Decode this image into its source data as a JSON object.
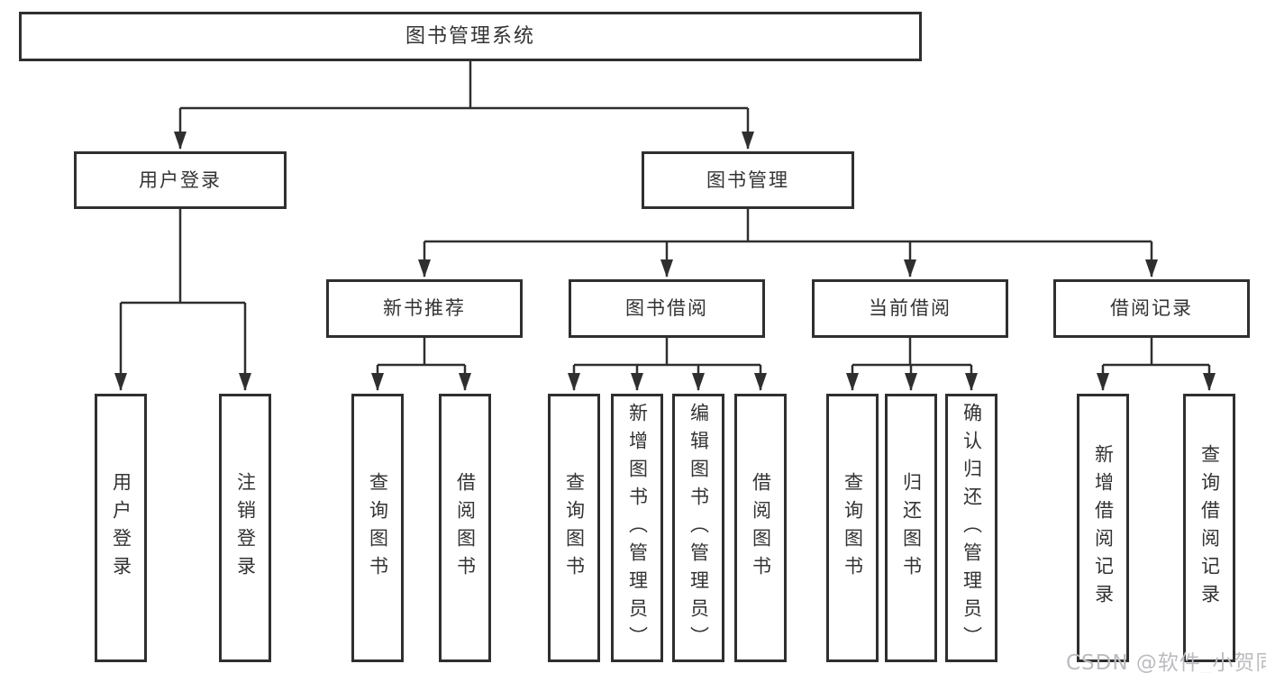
{
  "diagram": {
    "title": "图书管理系统",
    "tree": {
      "label": "图书管理系统",
      "children": [
        {
          "label": "用户登录",
          "children": [
            {
              "label": "用户登录"
            },
            {
              "label": "注销登录"
            }
          ]
        },
        {
          "label": "图书管理",
          "children": [
            {
              "label": "新书推荐",
              "children": [
                {
                  "label": "查询图书"
                },
                {
                  "label": "借阅图书"
                }
              ]
            },
            {
              "label": "图书借阅",
              "children": [
                {
                  "label": "查询图书"
                },
                {
                  "label": "新增图书（管理员）"
                },
                {
                  "label": "编辑图书（管理员）"
                },
                {
                  "label": "借阅图书"
                }
              ]
            },
            {
              "label": "当前借阅",
              "children": [
                {
                  "label": "查询图书"
                },
                {
                  "label": "归还图书"
                },
                {
                  "label": "确认归还（管理员）"
                }
              ]
            },
            {
              "label": "借阅记录",
              "children": [
                {
                  "label": "新增借阅记录"
                },
                {
                  "label": "查询借阅记录"
                }
              ]
            }
          ]
        }
      ]
    },
    "colors": {
      "line": "#2f2f2f",
      "box_border": "#2f2f2f",
      "text": "#333333",
      "background": "#ffffff",
      "watermark": "#bcbcc0"
    }
  },
  "watermark": {
    "text": "CSDN @软件_小贺同学"
  }
}
